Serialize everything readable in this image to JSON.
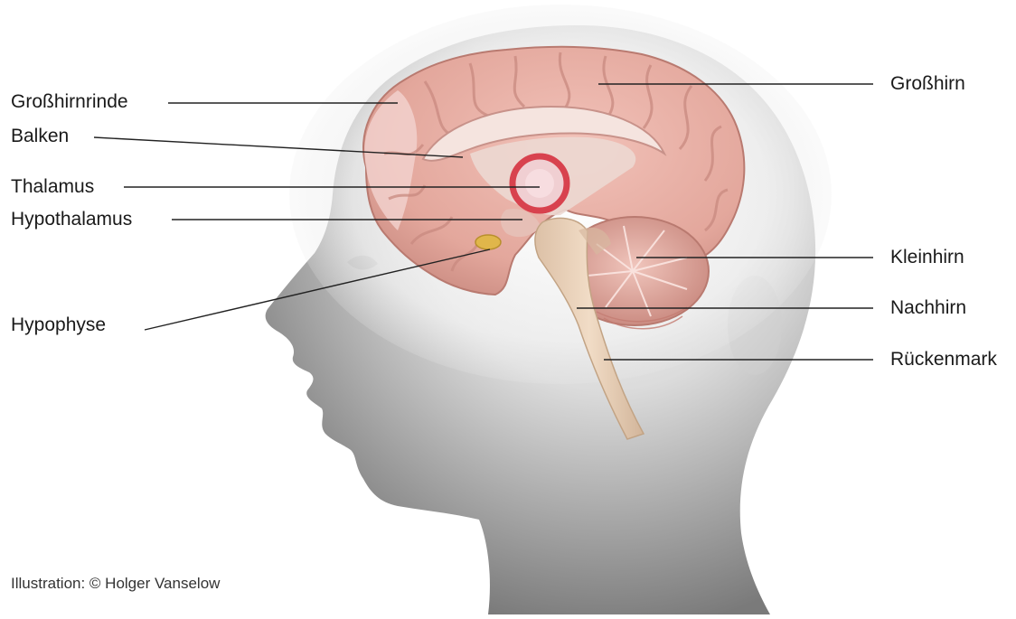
{
  "diagram": {
    "labels_left": [
      {
        "id": "grosshirnrinde",
        "text": "Großhirnrinde"
      },
      {
        "id": "balken",
        "text": "Balken"
      },
      {
        "id": "thalamus",
        "text": "Thalamus"
      },
      {
        "id": "hypothalamus",
        "text": "Hypothalamus"
      },
      {
        "id": "hypophyse",
        "text": "Hypophyse"
      }
    ],
    "labels_right": [
      {
        "id": "grosshirn",
        "text": "Großhirn"
      },
      {
        "id": "kleinhirn",
        "text": "Kleinhirn"
      },
      {
        "id": "nachhirn",
        "text": "Nachhirn"
      },
      {
        "id": "rueckenmark",
        "text": "Rückenmark"
      }
    ],
    "credit": "Illustration:  © Holger Vanselow"
  },
  "colors": {
    "head_light": "#f2f2f2",
    "head_dark": "#7e7e7e",
    "brain_base": "#e8b0a6",
    "brain_shadow": "#c98a80",
    "thalamus_ring": "#d8424e",
    "brainstem": "#e7cdb4",
    "pituitary": "#e0b64a",
    "leader_line": "#222222"
  }
}
